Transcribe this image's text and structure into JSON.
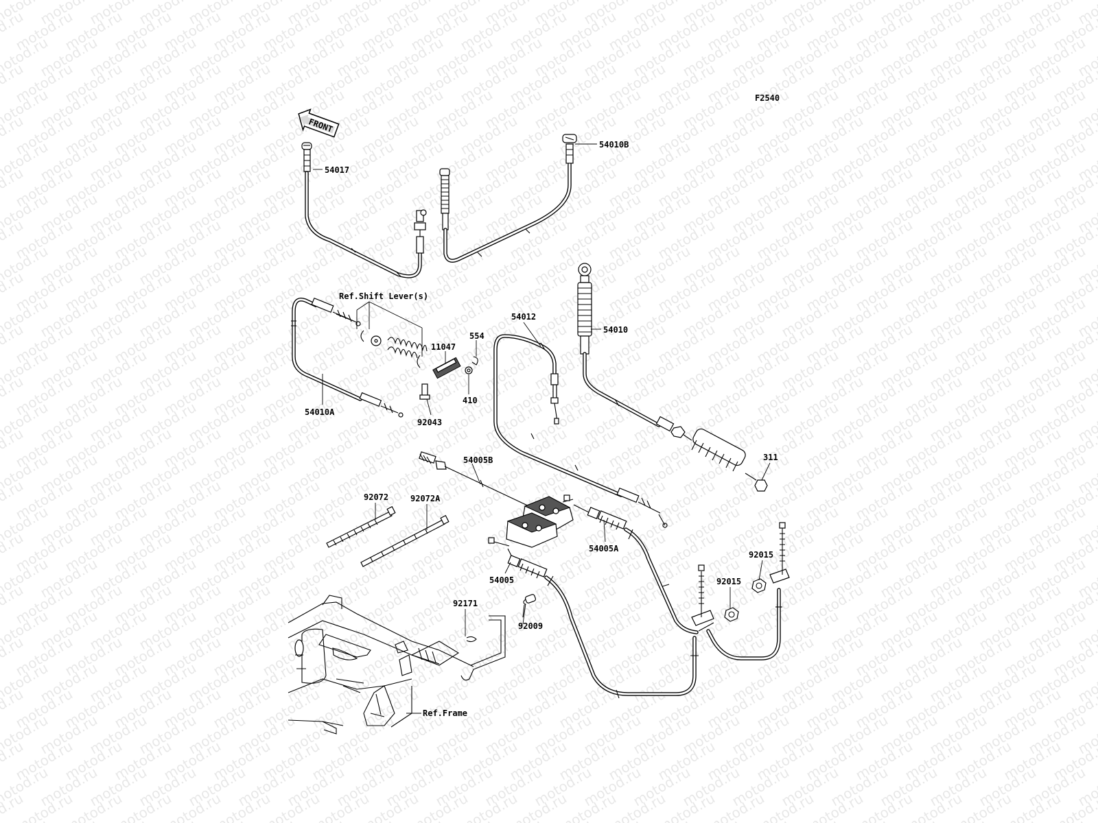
{
  "diagram_code": "F2540",
  "front_arrow": "FRONT",
  "watermark": "motod.ru",
  "refs": {
    "shift_lever": "Ref.Shift Lever(s)",
    "frame": "Ref.Frame"
  },
  "parts": {
    "p54017": "54017",
    "p54010B": "54010B",
    "p54012": "54012",
    "p54010": "54010",
    "p11047": "11047",
    "p554": "554",
    "p410": "410",
    "p92043": "92043",
    "p54010A": "54010A",
    "p311": "311",
    "p54005B": "54005B",
    "p92072": "92072",
    "p92072A": "92072A",
    "p54005A": "54005A",
    "p54005": "54005",
    "p92015a": "92015",
    "p92015b": "92015",
    "p92171": "92171",
    "p92009": "92009"
  }
}
